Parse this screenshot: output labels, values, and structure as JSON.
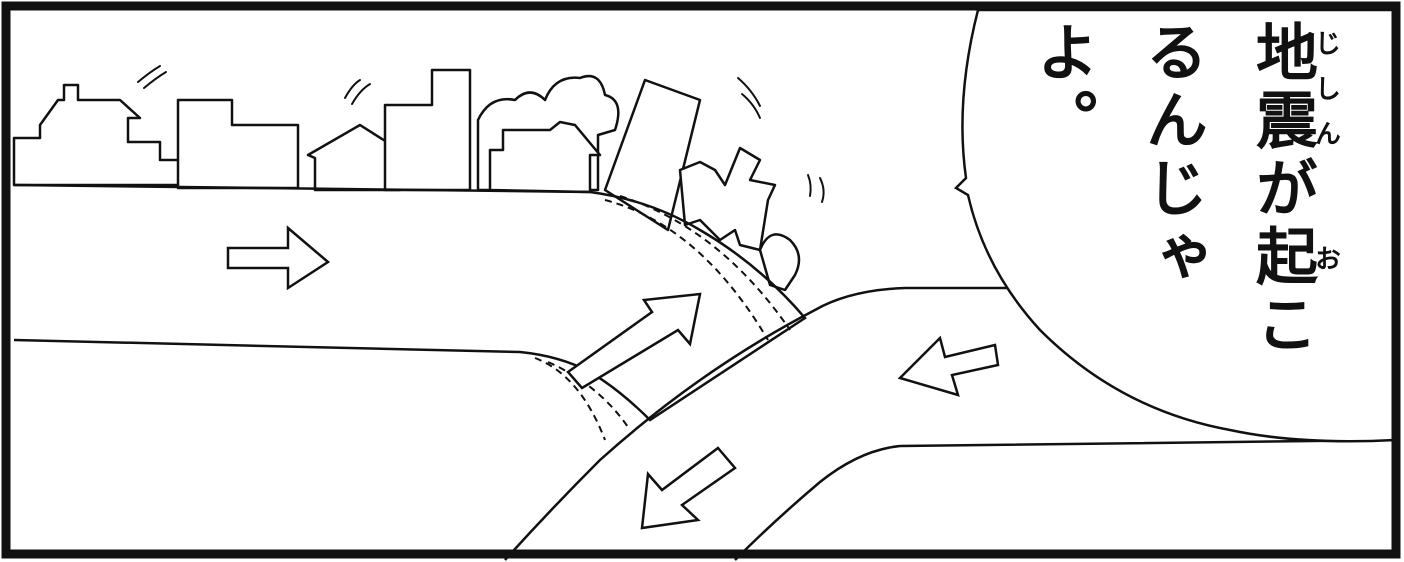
{
  "speech_bubble": {
    "line1": [
      {
        "kanji": "地震",
        "furigana": "じしん"
      },
      {
        "text": "が"
      },
      {
        "kanji": "起",
        "furigana": "お"
      },
      {
        "text": "こ"
      }
    ],
    "line2": "るんじゃ",
    "line3": "よ。"
  },
  "colors": {
    "ink": "#111111",
    "paper": "#ffffff",
    "frame": "#111111"
  },
  "icons": [
    "right-arrow-icon",
    "up-right-arrow-icon",
    "left-arrow-icon",
    "down-left-arrow-icon"
  ]
}
